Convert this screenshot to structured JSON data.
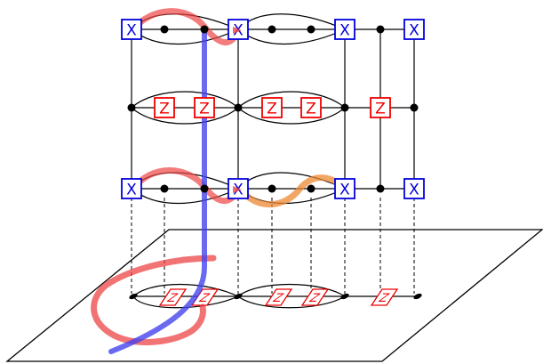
{
  "labels": {
    "x": "X",
    "z": "Z"
  },
  "colors": {
    "x_box": "#0000dd",
    "z_box": "#ee0000",
    "edge": "#000000",
    "node": "#000000",
    "red_highlight": "#ee4444",
    "blue_highlight": "#4444ee",
    "orange_highlight": "#ee8833",
    "dashed": "#000000"
  },
  "grid": {
    "rows": [
      "top",
      "middle",
      "bottom"
    ],
    "top_row": [
      "X",
      "node",
      "node",
      "X",
      "node",
      "node",
      "X",
      "node",
      "X"
    ],
    "middle_row": [
      "node",
      "Z",
      "Z",
      "node",
      "Z",
      "Z",
      "node",
      "Z",
      "node"
    ],
    "bottom_row": [
      "X",
      "node",
      "node",
      "X",
      "node",
      "node",
      "X",
      "node",
      "X"
    ]
  },
  "plane": {
    "projected_z_count": 5
  }
}
